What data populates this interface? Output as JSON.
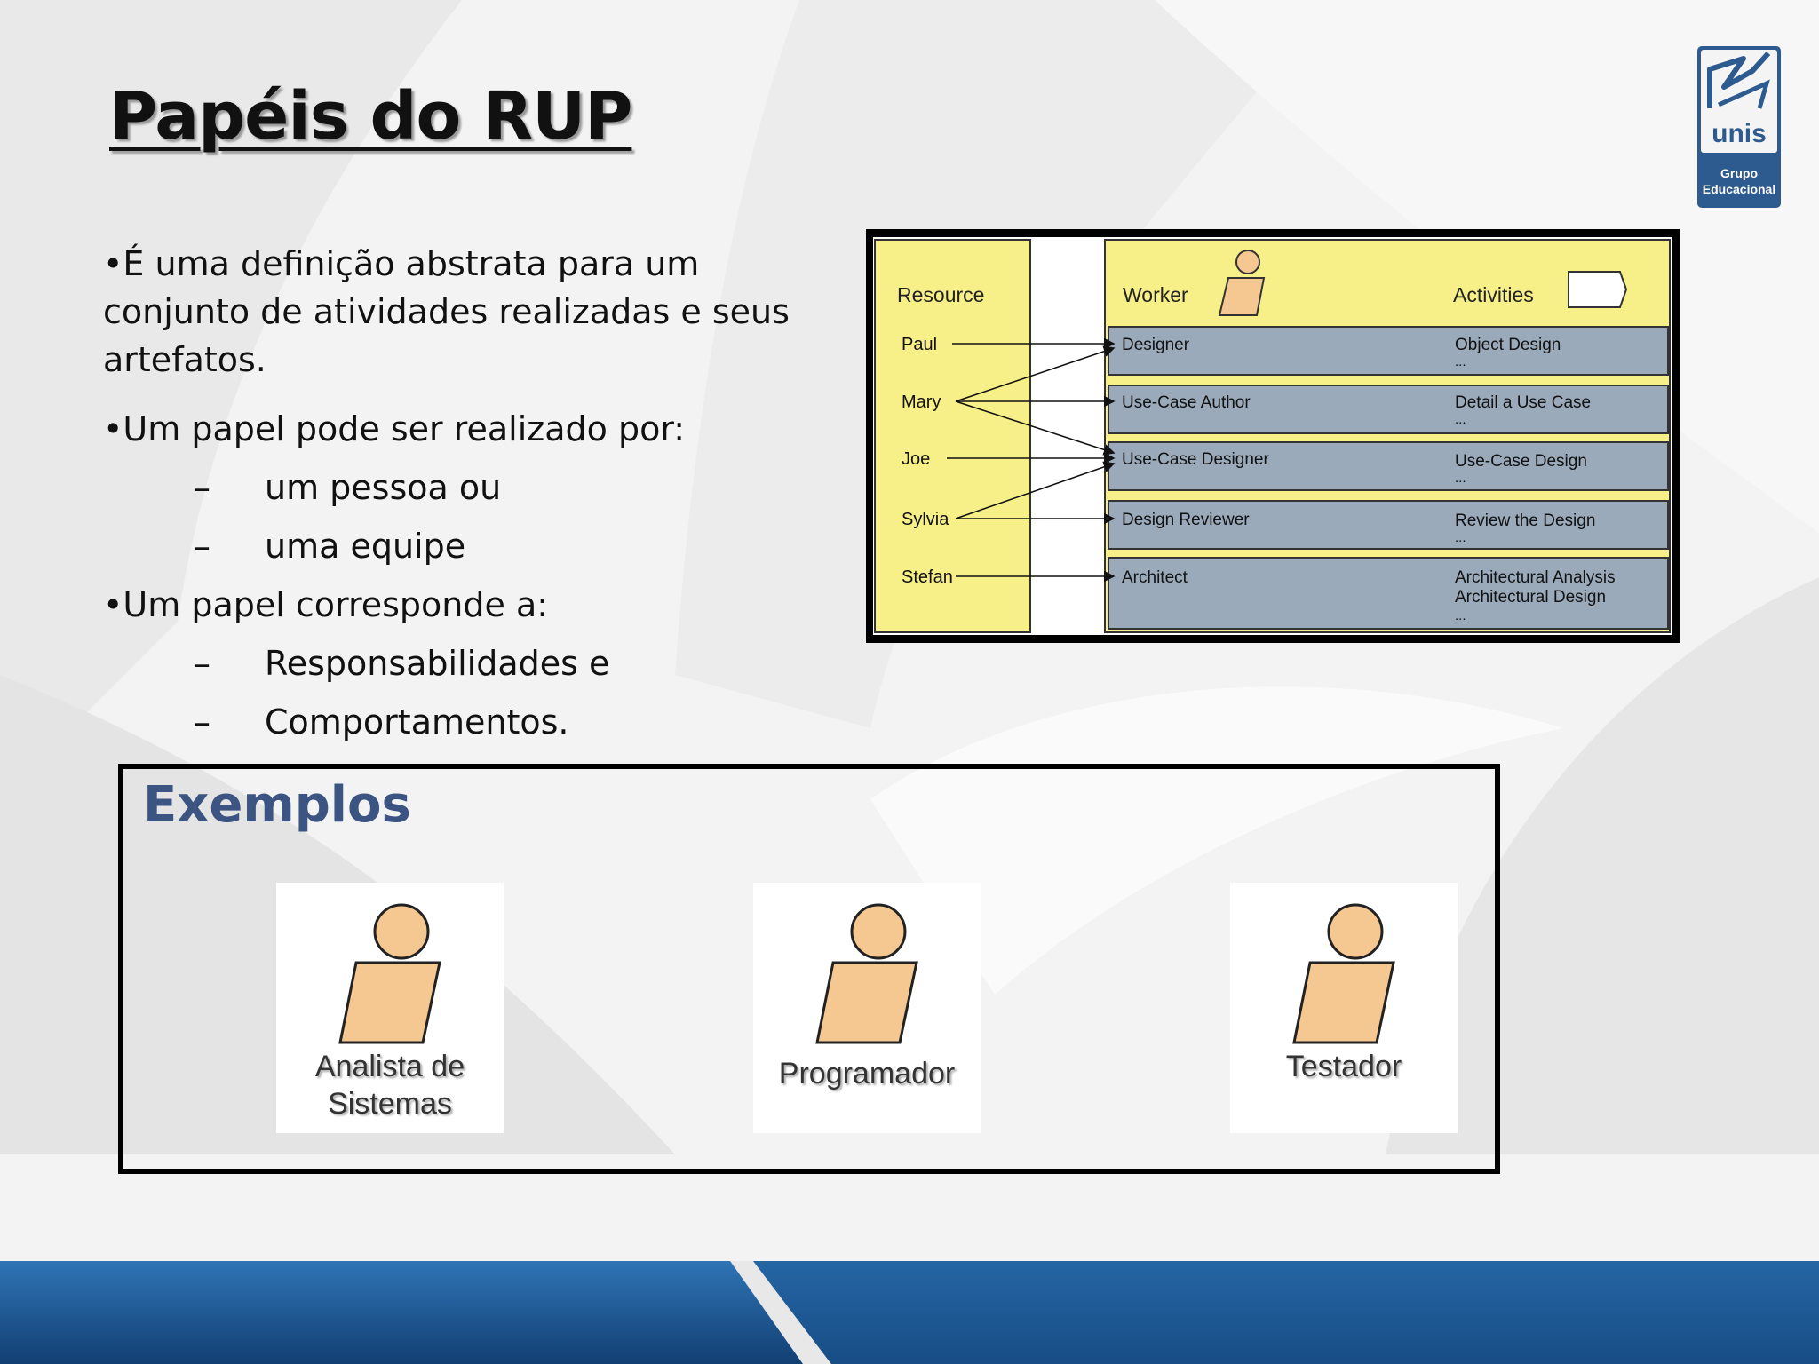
{
  "title": "Papéis do RUP",
  "logo": {
    "brand": "unis",
    "line1": "Grupo",
    "line2": "Educacional"
  },
  "bullets": [
    {
      "text": "•É uma definição abstrata para um conjunto de atividades realizadas e seus artefatos."
    },
    {
      "text": "•Um papel pode ser realizado por:"
    },
    {
      "text": "•Um papel corresponde a:"
    }
  ],
  "sub_items": [
    {
      "dash": "–",
      "text": "um  pessoa ou"
    },
    {
      "dash": "–",
      "text": "uma equipe"
    },
    {
      "dash": "–",
      "text": "Responsabilidades e"
    },
    {
      "dash": "–",
      "text": "Comportamentos."
    }
  ],
  "diagram": {
    "headers": {
      "resource": "Resource",
      "worker": "Worker",
      "activities": "Activities"
    },
    "resources": [
      "Paul",
      "Mary",
      "Joe",
      "Sylvia",
      "Stefan"
    ],
    "workers": [
      {
        "name": "Designer",
        "activities": [
          "Object Design",
          "..."
        ]
      },
      {
        "name": "Use-Case Author",
        "activities": [
          "Detail a Use Case",
          "..."
        ]
      },
      {
        "name": "Use-Case Designer",
        "activities": [
          "Use-Case Design",
          "..."
        ]
      },
      {
        "name": "Design Reviewer",
        "activities": [
          "Review the Design",
          "..."
        ]
      },
      {
        "name": "Architect",
        "activities": [
          "Architectural Analysis",
          "Architectural Design",
          "..."
        ]
      }
    ]
  },
  "examples": {
    "title": "Exemplos",
    "cards": [
      {
        "label1": "Analista de",
        "label2": "Sistemas"
      },
      {
        "label1": "Programador",
        "label2": ""
      },
      {
        "label1": "Testador",
        "label2": ""
      }
    ]
  },
  "colors": {
    "title": "#111111",
    "examples_title": "#3b5482",
    "diagram_yellow": "#f7f088",
    "worker_box": "#9aaabb",
    "actor_fill": "#f5c791",
    "footer_blue": "#1d5a96"
  }
}
